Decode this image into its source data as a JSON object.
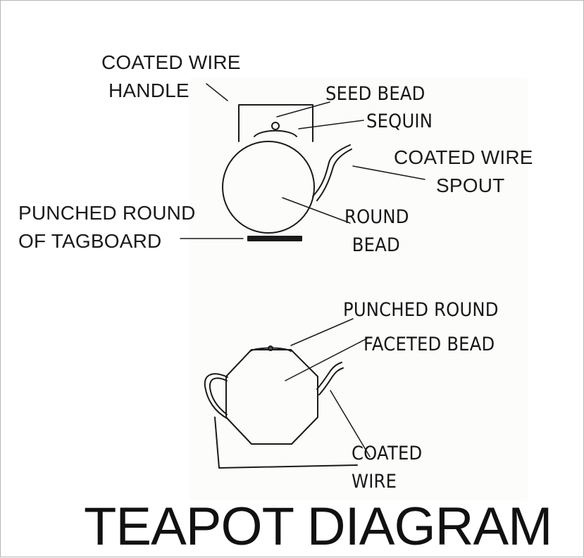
{
  "title": "TEAPOT DIAGRAM",
  "labels": {
    "coated_wire_handle": [
      "COATED WIRE",
      "HANDLE"
    ],
    "seed_bead": "SEED BEAD",
    "sequin": "SEQUIN",
    "coated_wire_spout": [
      "COATED WIRE",
      "SPOUT"
    ],
    "punched_round_of_tagboard": [
      "PUNCHED ROUND",
      "OF TAGBOARD"
    ],
    "round_bead": [
      "ROUND",
      "BEAD"
    ],
    "punched_round": "PUNCHED ROUND",
    "faceted_bead": "FACETED BEAD",
    "coated_wire": [
      "COATED",
      "WIRE"
    ]
  },
  "colors": {
    "ink": "#1a1a1a",
    "frame": "#b5b5b5",
    "background": "#ffffff"
  }
}
